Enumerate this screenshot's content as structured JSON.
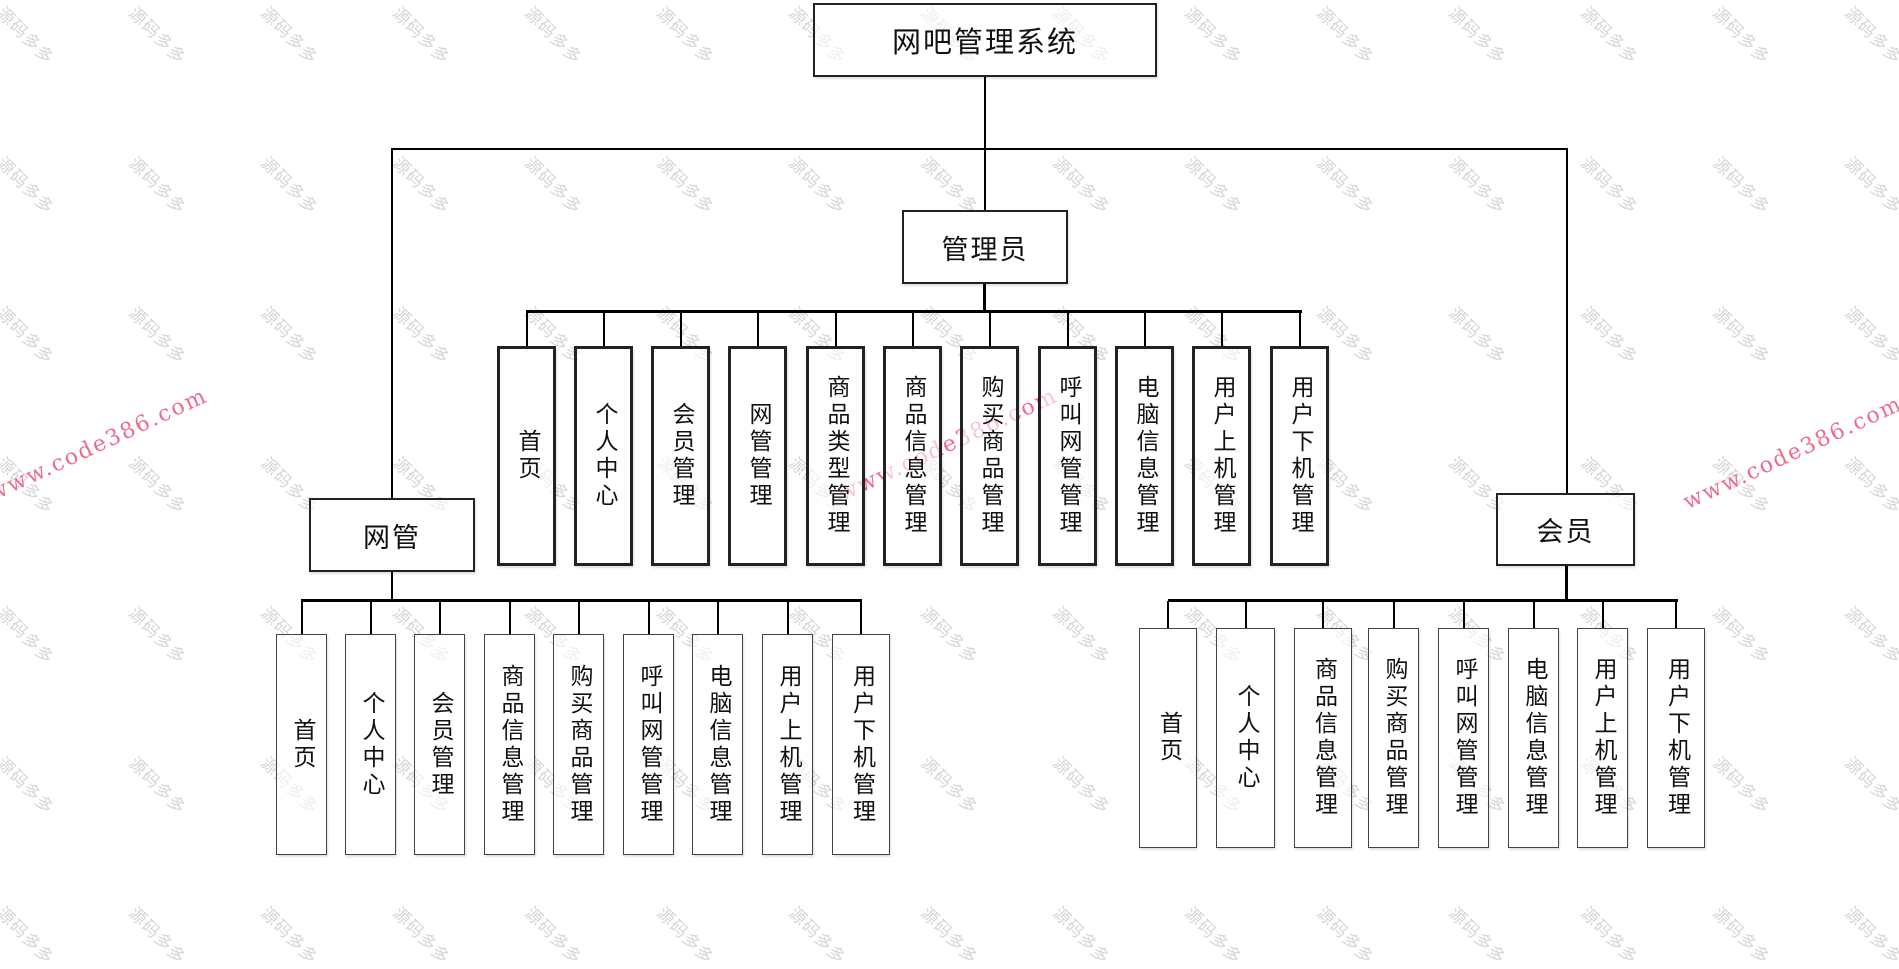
{
  "title": "网吧管理系统",
  "roles": {
    "admin": {
      "label": "管理员",
      "children": [
        "首页",
        "个人中心",
        "会员管理",
        "网管管理",
        "商品类型管理",
        "商品信息管理",
        "购买商品管理",
        "呼叫网管管理",
        "电脑信息管理",
        "用户上机管理",
        "用户下机管理"
      ]
    },
    "netadmin": {
      "label": "网管",
      "children": [
        "首页",
        "个人中心",
        "会员管理",
        "商品信息管理",
        "购买商品管理",
        "呼叫网管管理",
        "电脑信息管理",
        "用户上机管理",
        "用户下机管理"
      ]
    },
    "member": {
      "label": "会员",
      "children": [
        "首页",
        "个人中心",
        "商品信息管理",
        "购买商品管理",
        "呼叫网管管理",
        "电脑信息管理",
        "用户上机管理",
        "用户下机管理"
      ]
    }
  },
  "watermarks": {
    "tile_text": "源码多多",
    "url_text": "www.code386.com",
    "url_color": "#ee6c8e",
    "tile_color": "#c8c8c8"
  },
  "colors": {
    "line": "#000000",
    "box_border": "#222222",
    "background": "#ffffff"
  }
}
